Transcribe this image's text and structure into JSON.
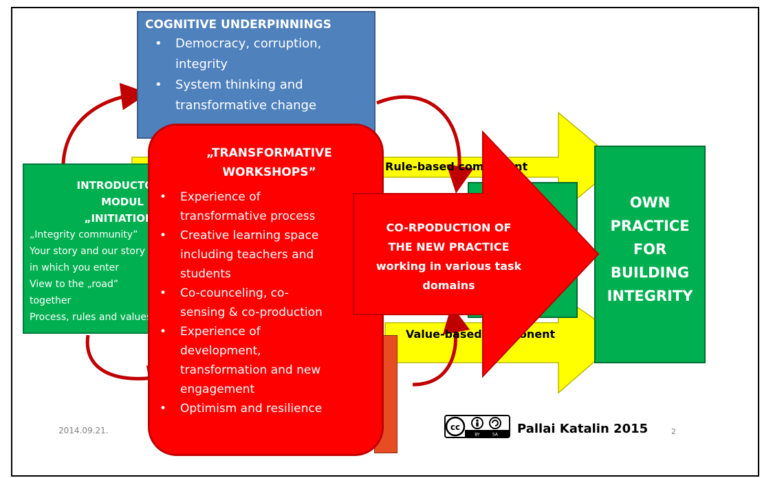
{
  "colors": {
    "blue": "#4f81bd",
    "green": "#00b050",
    "red": "#ff0000",
    "dark_red": "#c00000",
    "yellow": "#ffff00",
    "orange": "#e84c22"
  },
  "cognitive": {
    "title": "COGNITIVE UNDERPINNINGS",
    "items": [
      "Democracy, corruption,   integrity",
      "System thinking and transformative change"
    ],
    "item1_line1": "Democracy, corruption,",
    "item1_line2": "integrity",
    "item2_line1": "System thinking and",
    "item2_line2": "transformative change"
  },
  "intro": {
    "title": "INTRODUCTORY\nMODUL „INITIATION”",
    "lines": [
      "„Integrity community”",
      "Your story and our story",
      "in which you enter",
      "View to the „road”",
      "together",
      "Process, rules and values"
    ]
  },
  "workshops": {
    "title": "„TRANSFORMATIVE\nWORKSHOPS”",
    "items": [
      [
        "Experience of",
        "transformative process"
      ],
      [
        "Creative learning space",
        "including teachers and",
        "students"
      ],
      [
        "Co-counceling, co-",
        "sensing & co-production"
      ],
      [
        "Experience of",
        "development,",
        "transformation and new",
        "engagement"
      ],
      [
        "Optimism and resilience"
      ]
    ]
  },
  "rule_component": "Rule-based component",
  "value_component": "Value-based component",
  "coproduction": {
    "line1": "CO-RPODUCTION OF",
    "line2": "THE NEW PRACTICE",
    "line3": "working in various task",
    "line4": "domains"
  },
  "own_practice": "OWN\nPRACTICE\nFOR\nBUILDING\nINTEGRITY",
  "footer": {
    "date": "2014.09.21.",
    "author": "Pallai Katalin 2015",
    "page_number": "2",
    "license_icon": "cc-by-sa-icon",
    "license_by": "BY",
    "license_sa": "SA"
  }
}
